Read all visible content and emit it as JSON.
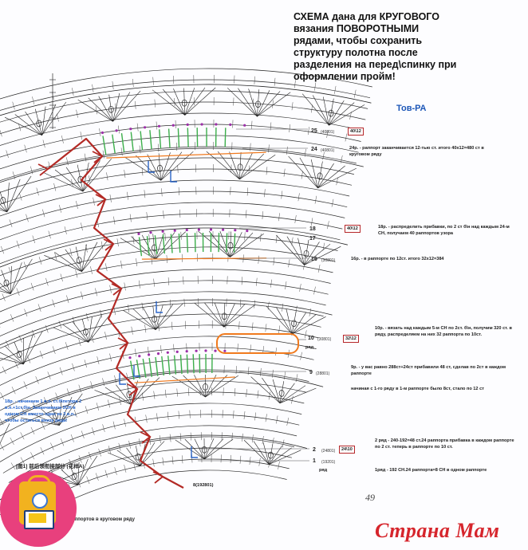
{
  "heading": {
    "lines": [
      "СХЕМА дана для КРУГОВОГО",
      "вязания      ПОВОРОТНЫМИ",
      "рядами, чтобы сохранить",
      "структуру полотна после",
      "разделения на перед\\спинку при",
      "оформлении пройм!"
    ]
  },
  "brand_label": "Тов-РА",
  "row_labels": [
    {
      "num": "25",
      "code": "(40801)",
      "box": "40\\12"
    },
    {
      "num": "24",
      "code": "(40801)",
      "box": ""
    },
    {
      "num": "18",
      "code": "",
      "box": "40\\12"
    },
    {
      "num": "17",
      "code": "",
      "box": ""
    },
    {
      "num": "16",
      "code": "(30801)",
      "box": ""
    },
    {
      "num": "10",
      "code": "(30801)",
      "box": "32\\12"
    },
    {
      "num": "9",
      "code": "(28801)",
      "box": ""
    },
    {
      "num": "2",
      "code": "(24801)",
      "box": "24\\10"
    },
    {
      "num": "1",
      "code": "(19201)",
      "box": ""
    }
  ],
  "notes": {
    "row24": "24р. - раппорт заканчивается 12-тью ст. итого 40х12=480 ст в круговом ряду",
    "row18": "18р. - распределить прибавки, по 2 ст б\\н над каждым 24-м СН, получаем 40 раппортов узора",
    "row16": "16р. - в раппорте по 12ст. итого 32х12=384",
    "row10": "10р. - вязать над каждым 5-м СН по 2ст. б\\н, получим 320 ст. в ряду, распределяем на них 32 раппорта по 10ст.",
    "row9a": "9р. - у вас равно 288ст+24ст прибавили 48 ст, сделав по 2ст в каждом раппорте",
    "row9b": "начиная с 1-го ряду в 1-м раппорте было 8ст, стало по 12 ст",
    "row2": "2 ряд - 240-192=48 ст.24 раппорта прибавка в каждом раппорте по 2 ст. теперь в раппорте по 10 ст.",
    "row1": "1ряд - 192 СН.24 раппорта=8 СН в одном раппорте"
  },
  "blue_note": "18р. - начинаем 1 в.п. ст.б\\петора 2 в.п.+1ст.б\\н. Заканчиваем 3СН в одном СН вместо одно из 3 в.п., чтобы остаться внизу ряда!",
  "side_labels": {
    "left": "ряд",
    "mid": "ряд"
  },
  "bottom_caption": "ао раппортов в круговом ряду",
  "figure_label": "[图1] 前后领衔接部分 (花样A)",
  "bottom_code": "8(192801)",
  "page_number": "49",
  "logo": {
    "text": "Страна Мам"
  },
  "colors": {
    "red_path": "#b32a25",
    "green_columns": "#3cae4b",
    "purple_dots": "#9c2fa8",
    "blue_marks": "#2a64c8",
    "orange_frame": "#f07a1e",
    "box_border": "#b5262a",
    "logo_red": "#d6252c",
    "logo_pink": "#e8407d"
  }
}
